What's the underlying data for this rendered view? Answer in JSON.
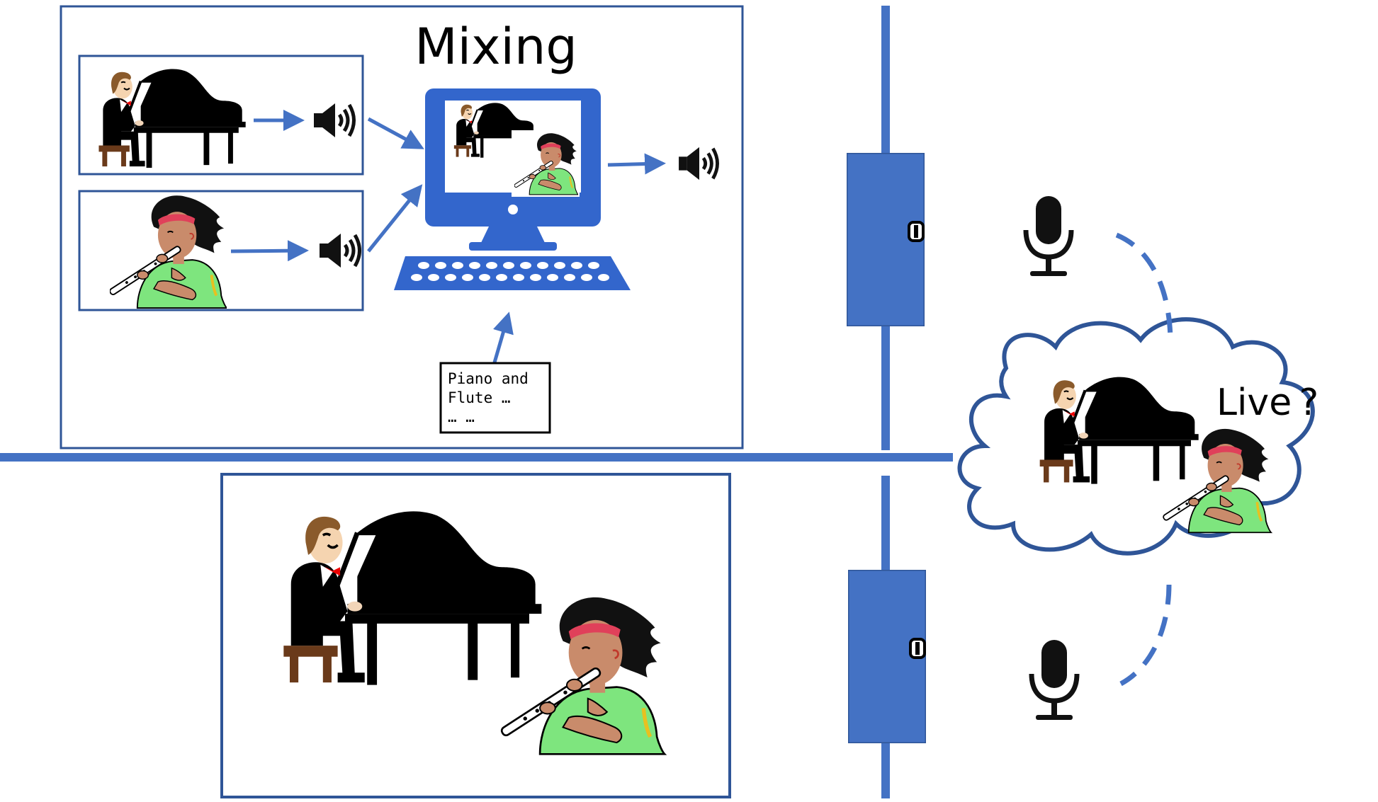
{
  "mixing_title": "Mixing",
  "memo": {
    "line1": "Piano  and",
    "line2": "Flute  …",
    "line3": "…  …"
  },
  "live_label": "Live ?",
  "colors": {
    "frame": "#2f5597",
    "wall": "#4472c4",
    "door": "#4472c4",
    "arrow": "#4472c4",
    "computer": "#3366cc",
    "shirt": "#7ee57e",
    "headband": "#e0405a"
  }
}
